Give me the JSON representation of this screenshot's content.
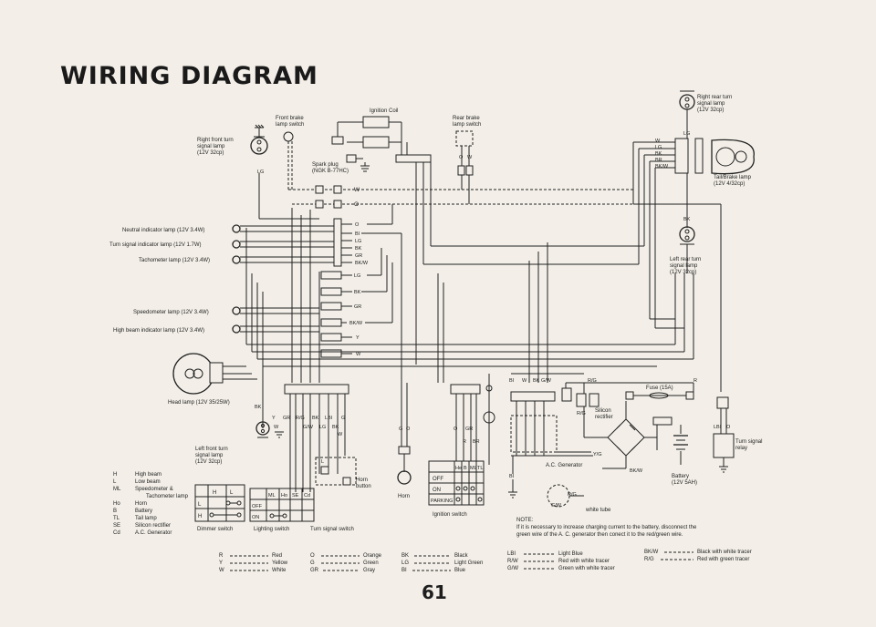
{
  "title": "WIRING DIAGRAM",
  "page_number": "61",
  "components": {
    "ignition_coil": "Ignition Coil",
    "front_brake_switch": [
      "Front brake",
      "lamp switch"
    ],
    "rear_brake_switch": [
      "Rear brake",
      "lamp switch"
    ],
    "right_rear_turn": [
      "Right rear turn",
      "signal lamp",
      "(12V 32cp)"
    ],
    "right_front_turn": [
      "Right front turn",
      "signal lamp",
      "(12V 32cp)"
    ],
    "spark_plug": [
      "Spark plug",
      "(NGK B-77HC)"
    ],
    "tail_brake_lamp": [
      "Tail/Brake lamp",
      "(12V 4/32cp)"
    ],
    "neutral_lamp": "Neutral indicator lamp (12V 3.4W)",
    "turn_indicator_lamp": "Turn signal indicator lamp (12V 1.7W)",
    "tachometer_lamp": "Tachometer lamp (12V 3.4W)",
    "left_rear_turn": [
      "Left rear turn",
      "signal lamp",
      "(12V 32cp)"
    ],
    "speedometer_lamp": "Speedometer lamp (12V 3.4W)",
    "high_beam_lamp": "High beam indicator lamp (12V 3.4W)",
    "head_lamp": "Head lamp (12V 35/25W)",
    "fuse": "Fuse (15A)",
    "silicon_rectifier": [
      "Silicon",
      "rectifier"
    ],
    "ac_generator": "A.C. Generator",
    "turn_signal_relay": [
      "Turn signal",
      "relay"
    ],
    "battery": [
      "Battery",
      "(12V 5AH)"
    ],
    "left_front_turn": [
      "Left front turn",
      "signal lamp",
      "(12V 32cp)"
    ],
    "horn": "Horn",
    "horn_button": [
      "Horn",
      "button"
    ],
    "ignition_switch": "Ignition switch",
    "dimmer_switch": "Dimmer switch",
    "lighting_switch": "Lighting switch",
    "turn_signal_switch": "Turn signal switch",
    "white_tube": "white tube"
  },
  "ignition_table": {
    "headers": [
      "",
      "He",
      "B",
      "ML",
      "TL"
    ],
    "rows": [
      "OFF",
      "ON",
      "PARKING"
    ]
  },
  "dimmer_table": {
    "headers": [
      "H",
      "L"
    ],
    "rows": [
      "L",
      "H"
    ]
  },
  "lighting_table": {
    "headers": [
      "ML",
      "Ho",
      "SE",
      "Cd"
    ],
    "rows": [
      "OFF",
      "ON"
    ]
  },
  "wire_labels": {
    "tail_top": [
      "W",
      "LG",
      "BK",
      "BR",
      "BK/W"
    ],
    "tail_lg": "LG",
    "tail_bk": "BK",
    "harness_top": [
      "W",
      "O"
    ],
    "connector_stack": [
      "O",
      "BI",
      "LG",
      "BK",
      "GR",
      "BK/W"
    ],
    "mid_stack": [
      "LG",
      "BK",
      "GR",
      "BK/W",
      "Y",
      "W"
    ],
    "rear_brake": [
      "O",
      "W"
    ],
    "right_front_lg": "LG",
    "head_bk": "BK",
    "front_bottom": [
      "Y",
      "GR",
      "R/G",
      "BK",
      "LBI",
      "G"
    ],
    "front_bottom2": [
      "W",
      "G/W",
      "LG",
      "BK",
      "W"
    ],
    "horn_go": [
      "G",
      "O"
    ],
    "ign_conn": [
      "O",
      "GR",
      "R",
      "BR"
    ],
    "right_block": [
      "BI",
      "W",
      "BK",
      "G/W",
      "R/G",
      "R"
    ],
    "rect": [
      "R/G",
      "Y/G",
      "BK/W"
    ],
    "gen": [
      "R/G",
      "G/W"
    ],
    "relay_in": [
      "LBI",
      "O"
    ]
  },
  "legend_abbr": [
    [
      "H",
      "High beam"
    ],
    [
      "L",
      "Low beam"
    ],
    [
      "ML",
      "Speedometer &"
    ],
    [
      "",
      "Tachometer lamp"
    ],
    [
      "Ho",
      "Horn"
    ],
    [
      "B",
      "Battery"
    ],
    [
      "TL",
      "Tail lamp"
    ],
    [
      "SE",
      "Silicon rectifier"
    ],
    [
      "Cd",
      "A.C. Generator"
    ]
  ],
  "note": [
    "NOTE:",
    "If it is necessary to increase charging current to the battery, disconnect the",
    "green wire of the A. C. generator then conect it to the red/green wire."
  ],
  "color_codes": [
    [
      "R",
      "Red"
    ],
    [
      "Y",
      "Yellow"
    ],
    [
      "W",
      "White"
    ],
    [
      "O",
      "Orange"
    ],
    [
      "G",
      "Green"
    ],
    [
      "GR",
      "Gray"
    ],
    [
      "BK",
      "Black"
    ],
    [
      "LG",
      "Light Green"
    ],
    [
      "BI",
      "Blue"
    ],
    [
      "LBI",
      "Light Blue"
    ],
    [
      "R/W",
      "Red with white tracer"
    ],
    [
      "G/W",
      "Green with white tracer"
    ],
    [
      "BK/W",
      "Black with white tracer"
    ],
    [
      "R/G",
      "Red with green tracer"
    ]
  ],
  "colors": {
    "paper": "#f3efe8",
    "ink": "#222222"
  }
}
